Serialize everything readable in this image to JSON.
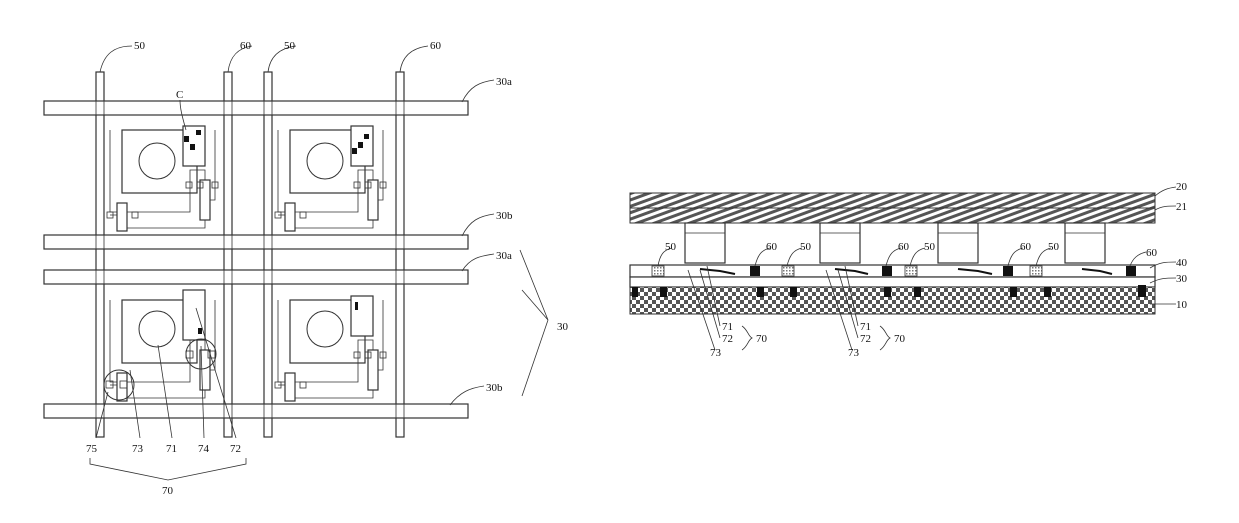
{
  "figure_left": {
    "labels": {
      "data_line_1": "50",
      "common_line_1": "60",
      "data_line_2": "50",
      "common_line_2": "60",
      "detail_c": "C",
      "gate_1_top": "30a",
      "gate_1_bottom": "30b",
      "gate_2_top": "30a",
      "gate_2_bottom": "30b",
      "gate_group": "30",
      "part_75": "75",
      "part_73": "73",
      "part_71": "71",
      "part_74": "74",
      "part_72": "72",
      "group_70": "70"
    }
  },
  "figure_right": {
    "labels": {
      "upper_substrate": "20",
      "filter_layer": "21",
      "layer_40": "40",
      "layer_30": "30",
      "lower_substrate": "10",
      "l50_a": "50",
      "l60_a": "60",
      "l50_b": "50",
      "l60_b": "60",
      "l50_c": "50",
      "l60_c": "60",
      "l50_d": "50",
      "l60_d": "60",
      "p71_a": "71",
      "p72_a": "72",
      "p73_a": "73",
      "g70_a": "70",
      "p71_b": "71",
      "p72_b": "72",
      "p73_b": "73",
      "g70_b": "70"
    }
  },
  "colors": {
    "line": "#333333",
    "hatch": "#444444",
    "fill_dark": "#111111",
    "background": "#ffffff"
  }
}
